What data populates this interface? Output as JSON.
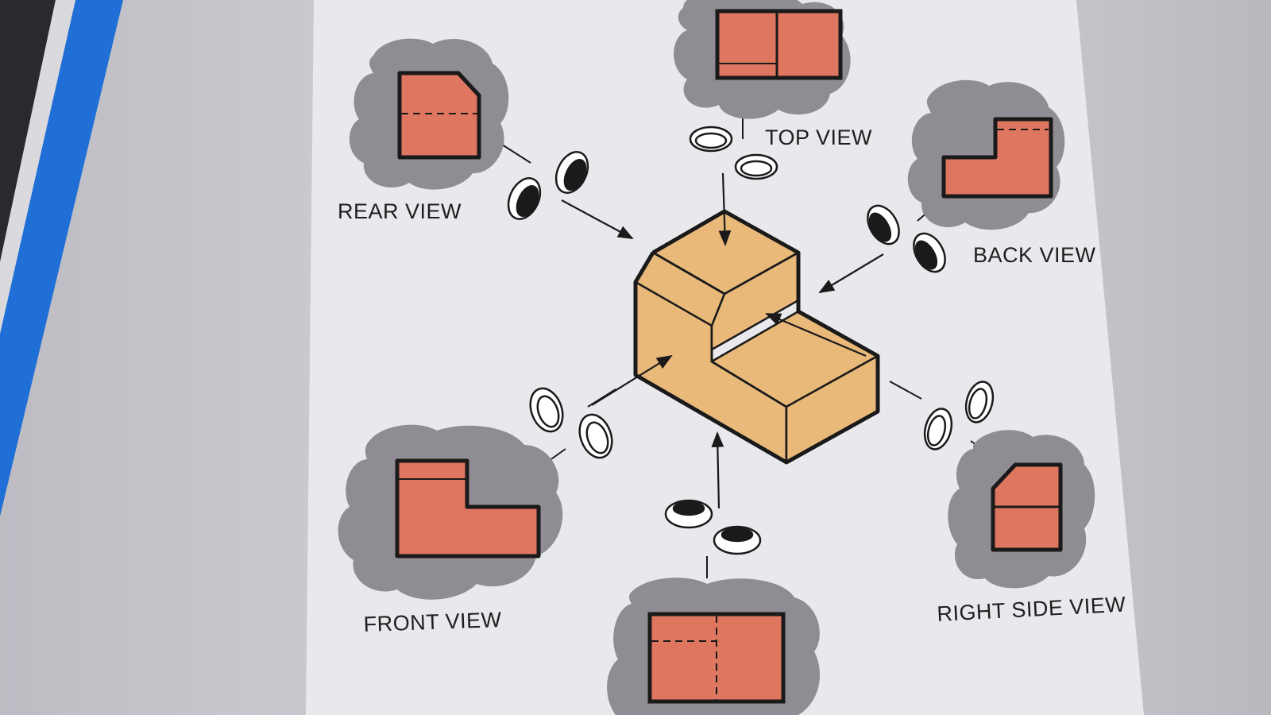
{
  "views": {
    "top": "TOP VIEW",
    "rear": "REAR VIEW",
    "back": "BACK VIEW",
    "front": "FRONT VIEW",
    "right_side": "RIGHT SIDE VIEW",
    "bottom": ""
  },
  "colors": {
    "block_face": "#e9b97a",
    "view_fill": "#de7660",
    "cloud": "#8f8d93",
    "line": "#1a1a1a",
    "sheet": "#e9e8ec",
    "stripe_blue": "#1f6fd6",
    "stripe_dark": "#2a2a2e"
  }
}
